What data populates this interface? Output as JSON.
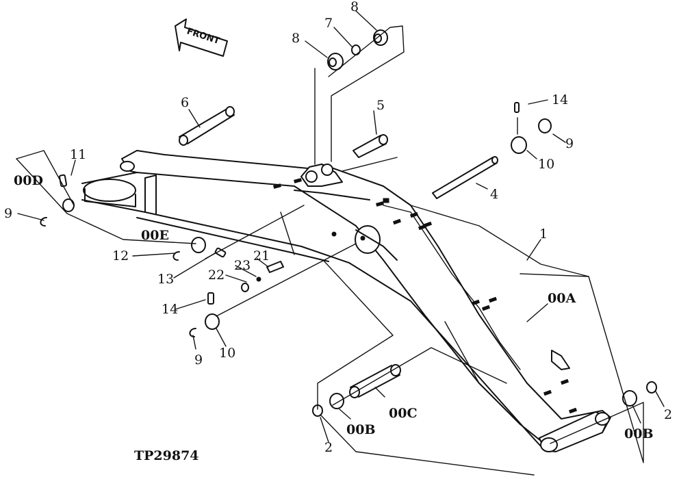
{
  "diagram": {
    "figure_code": "TP29874",
    "front_marker": "FRONT",
    "callouts": {
      "c1": "1",
      "c2a": "2",
      "c2b": "2",
      "c4": "4",
      "c5": "5",
      "c6": "6",
      "c7": "7",
      "c8a": "8",
      "c8b": "8",
      "c9a": "9",
      "c9b": "9",
      "c9c": "9",
      "c10a": "10",
      "c10b": "10",
      "c11": "11",
      "c12": "12",
      "c13": "13",
      "c14a": "14",
      "c14b": "14",
      "c21": "21",
      "c22": "22",
      "c23": "23",
      "c00A": "00A",
      "c00Ba": "00B",
      "c00Bb": "00B",
      "c00C": "00C",
      "c00D": "00D",
      "c00E": "00E"
    }
  }
}
